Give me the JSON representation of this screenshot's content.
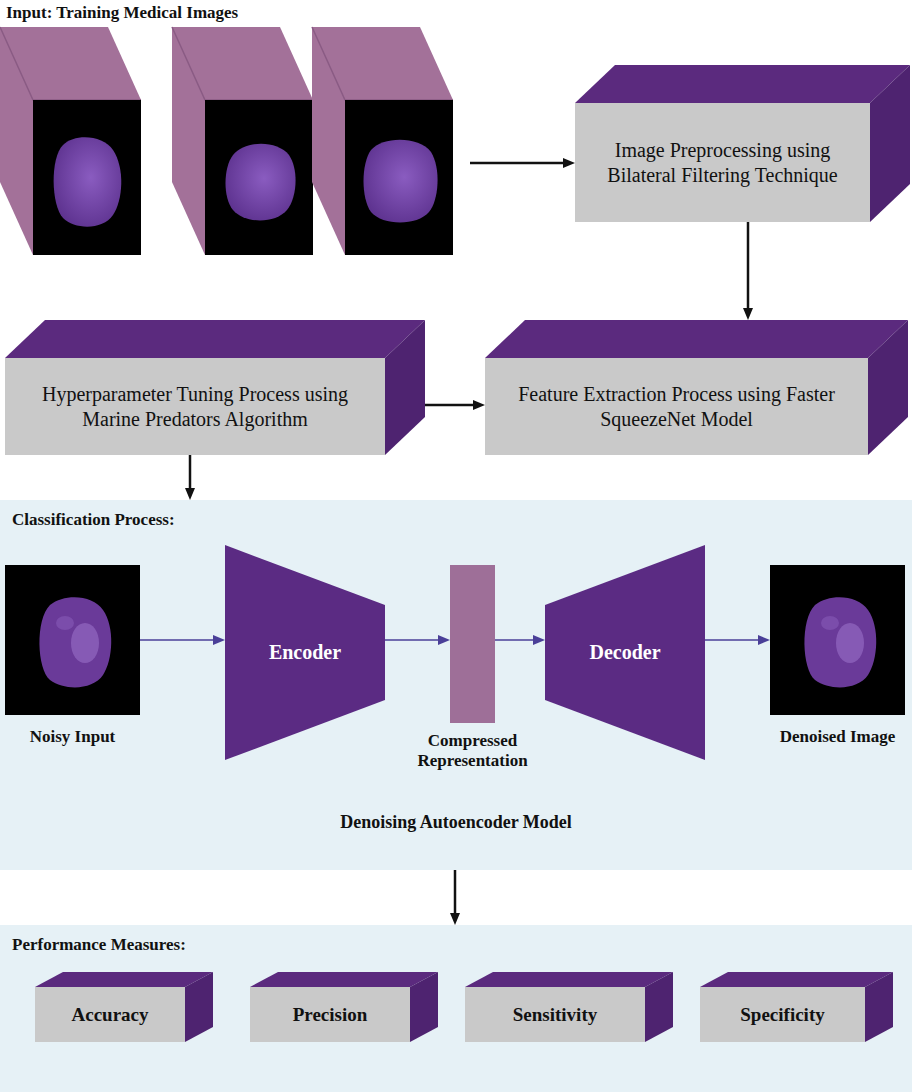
{
  "diagram": {
    "nodes": [
      {
        "text": [
          "Input: Training Medical Images"
        ]
      },
      {
        "text": [
          "Image Preprocessing using Bilateral Filtering Technique"
        ]
      },
      {
        "text": [
          "Hyperparameter Tuning Process using Marine Predators Algorithm"
        ]
      },
      {
        "text": [
          "Feature Extraction Process using Faster SqueezeNet Model"
        ]
      },
      {
        "text": [
          "Classification Process:",
          "Denoising Autoencoder Model"
        ]
      },
      {
        "text": [
          "Noisy Input"
        ],
        "in": 4
      },
      {
        "text": [
          "Encoder"
        ],
        "in": 4
      },
      {
        "text": [
          "Compressed Representation"
        ],
        "in": 4
      },
      {
        "text": [
          "Decoder"
        ],
        "in": 4
      },
      {
        "text": [
          "Denoised Image"
        ],
        "in": 4
      },
      {
        "text": [
          "Performance Measures:"
        ]
      },
      {
        "text": [
          "Accuracy"
        ],
        "in": 10
      },
      {
        "text": [
          "Precision"
        ],
        "in": 10
      },
      {
        "text": [
          "Sensitivity"
        ],
        "in": 10
      },
      {
        "text": [
          "Specificity"
        ],
        "in": 10
      }
    ],
    "edges": [
      {
        "from": 0,
        "to": 1,
        "arrow": "to"
      },
      {
        "from": 1,
        "to": 3,
        "arrow": "to"
      },
      {
        "from": 2,
        "to": 3,
        "arrow": "to"
      },
      {
        "from": 2,
        "to": 4,
        "arrow": "to"
      },
      {
        "from": 5,
        "to": 6,
        "arrow": "to"
      },
      {
        "from": 6,
        "to": 7,
        "arrow": "to"
      },
      {
        "from": 7,
        "to": 8,
        "arrow": "to"
      },
      {
        "from": 8,
        "to": 9,
        "arrow": "to"
      },
      {
        "from": 4,
        "to": 10,
        "arrow": "to"
      }
    ]
  }
}
